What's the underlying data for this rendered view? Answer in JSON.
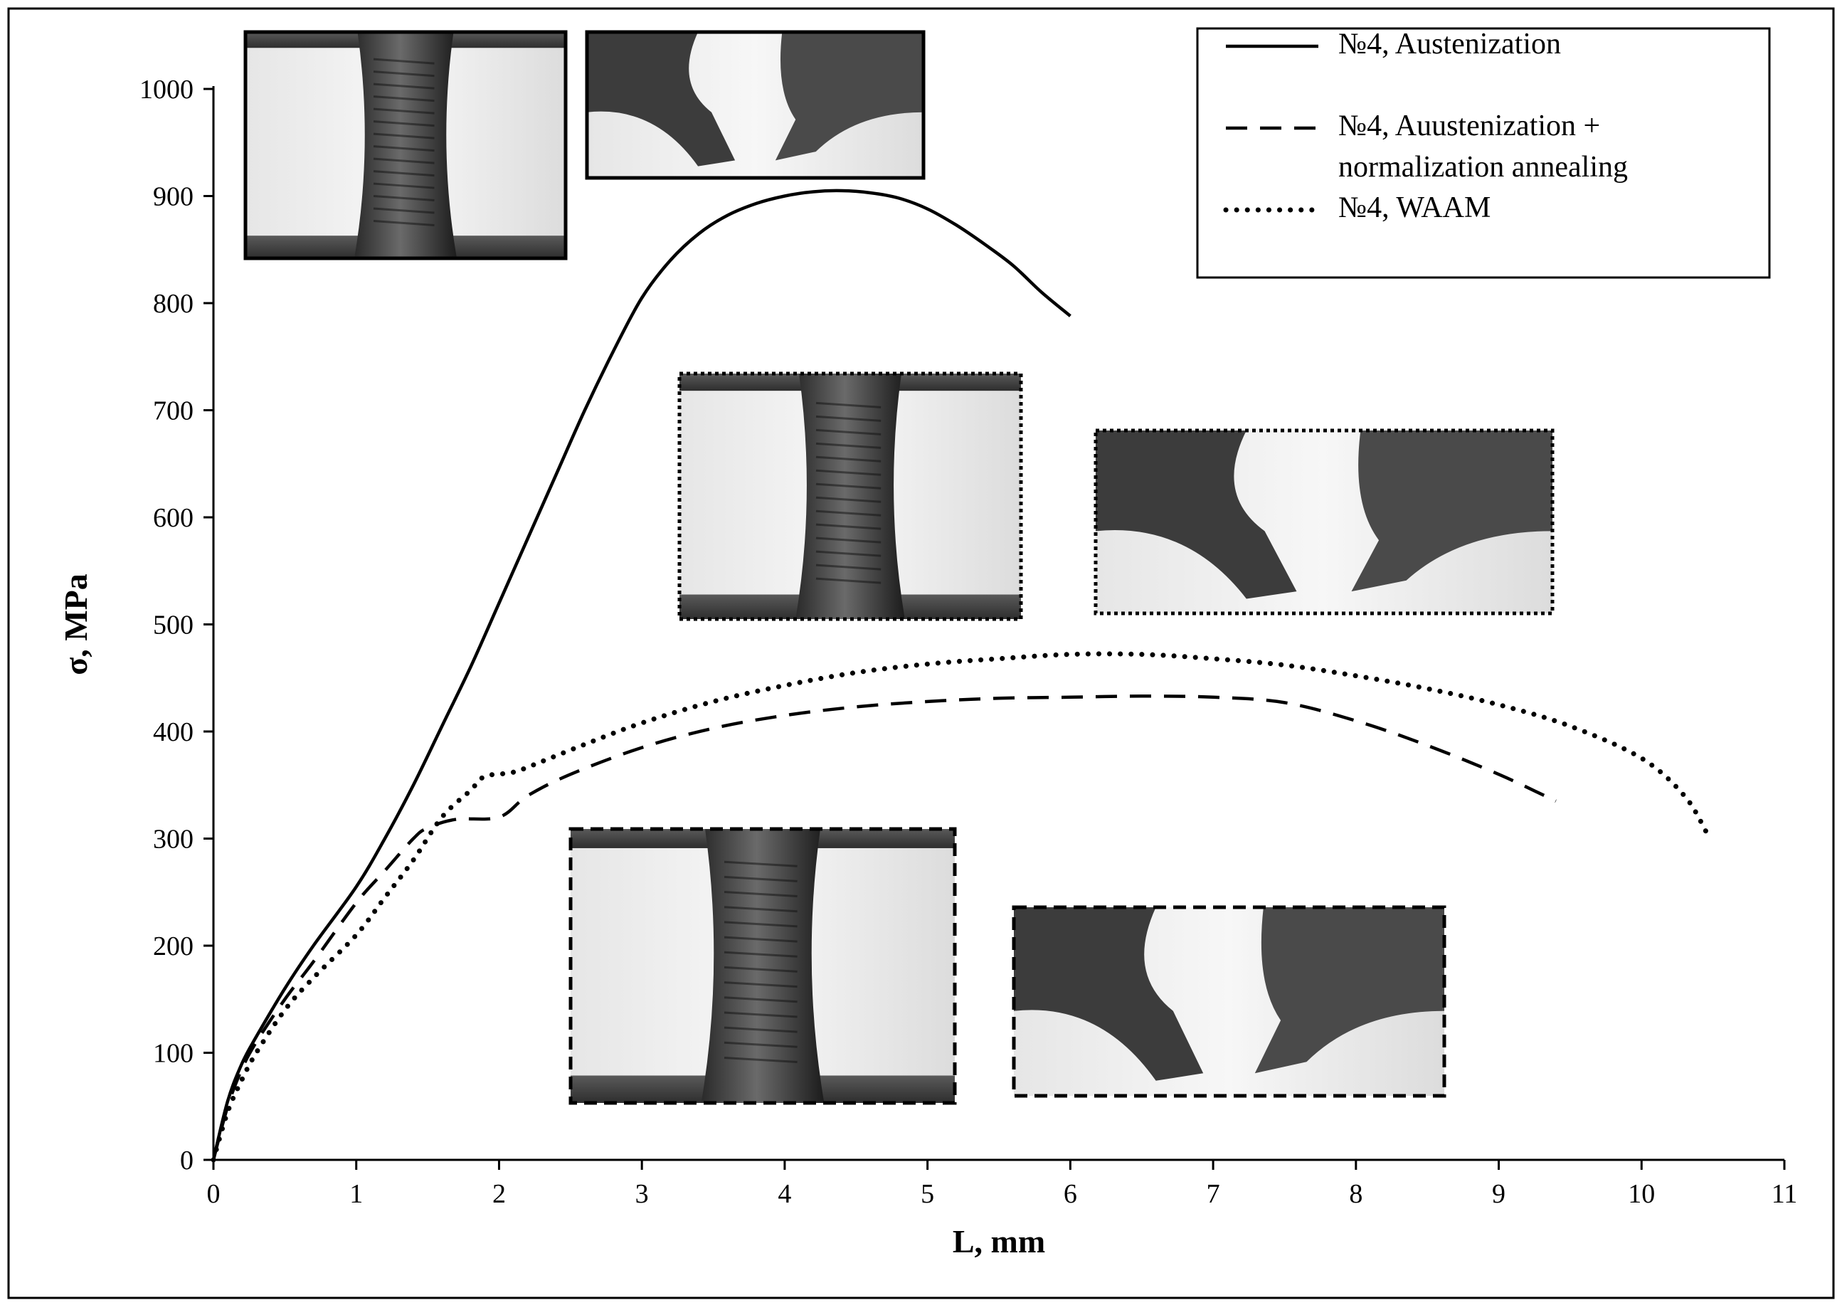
{
  "chart_data": {
    "type": "line",
    "title": "",
    "xlabel": "L, mm",
    "ylabel": "σ, MPa",
    "xlim": [
      0,
      11
    ],
    "ylim": [
      0,
      1000
    ],
    "xticks": [
      0,
      1,
      2,
      3,
      4,
      5,
      6,
      7,
      8,
      9,
      10,
      11
    ],
    "yticks": [
      0,
      100,
      200,
      300,
      400,
      500,
      600,
      700,
      800,
      900,
      1000
    ],
    "grid": false,
    "legend": {
      "placement": "top-right",
      "entries": [
        {
          "series": 0,
          "lines": [
            "№4, Austenization"
          ]
        },
        {
          "series": 1,
          "lines": [
            "№4, Auustenization +",
            "normalization annealing"
          ]
        },
        {
          "series": 2,
          "lines": [
            "№4, WAAM"
          ]
        }
      ]
    },
    "series": [
      {
        "name": "№4, Austenization",
        "style": "solid",
        "color": "#000000",
        "x": [
          0,
          0.1,
          0.2,
          0.3,
          0.5,
          0.7,
          1.0,
          1.2,
          1.4,
          1.6,
          1.8,
          2.0,
          2.2,
          2.4,
          2.6,
          2.8,
          3.0,
          3.2,
          3.4,
          3.6,
          3.8,
          4.0,
          4.2,
          4.4,
          4.6,
          4.8,
          5.0,
          5.2,
          5.4,
          5.6,
          5.8,
          6.0
        ],
        "y": [
          0,
          55,
          90,
          115,
          160,
          200,
          255,
          300,
          350,
          405,
          460,
          520,
          580,
          640,
          700,
          755,
          805,
          840,
          865,
          882,
          893,
          900,
          904,
          905,
          903,
          898,
          888,
          873,
          855,
          835,
          810,
          788
        ]
      },
      {
        "name": "№4, Auustenization + normalization annealing",
        "style": "dashed",
        "color": "#000000",
        "x": [
          0,
          0.1,
          0.2,
          0.3,
          0.5,
          0.7,
          1.0,
          1.2,
          1.4,
          1.5,
          1.7,
          2.0,
          2.2,
          2.5,
          3.0,
          3.5,
          4.0,
          4.5,
          5.0,
          5.5,
          6.0,
          6.5,
          7.0,
          7.5,
          8.0,
          8.5,
          9.0,
          9.4
        ],
        "y": [
          0,
          50,
          85,
          110,
          150,
          185,
          240,
          270,
          300,
          310,
          318,
          320,
          340,
          360,
          385,
          403,
          415,
          423,
          428,
          431,
          432,
          433,
          432,
          427,
          410,
          387,
          360,
          335
        ]
      },
      {
        "name": "№4, WAAM",
        "style": "dotted",
        "color": "#000000",
        "x": [
          0,
          0.1,
          0.2,
          0.3,
          0.5,
          0.7,
          1.0,
          1.2,
          1.4,
          1.6,
          1.8,
          1.9,
          2.1,
          2.3,
          2.6,
          3.0,
          3.5,
          4.0,
          4.5,
          5.0,
          5.5,
          6.0,
          6.5,
          7.0,
          7.5,
          8.0,
          8.5,
          9.0,
          9.5,
          10.0,
          10.3,
          10.45
        ],
        "y": [
          0,
          45,
          75,
          100,
          140,
          170,
          210,
          245,
          280,
          320,
          345,
          358,
          362,
          372,
          388,
          408,
          428,
          443,
          455,
          463,
          468,
          472,
          472,
          468,
          462,
          452,
          440,
          425,
          405,
          375,
          340,
          307
        ]
      }
    ],
    "insets": [
      {
        "name": "photo-austenization-necked-sample",
        "frame": "solid"
      },
      {
        "name": "photo-austenization-fracture",
        "frame": "solid"
      },
      {
        "name": "photo-waam-necked-sample",
        "frame": "dotted"
      },
      {
        "name": "photo-waam-fracture",
        "frame": "dotted"
      },
      {
        "name": "photo-annealed-necked-sample",
        "frame": "dashed"
      },
      {
        "name": "photo-annealed-fracture",
        "frame": "dashed"
      }
    ]
  }
}
